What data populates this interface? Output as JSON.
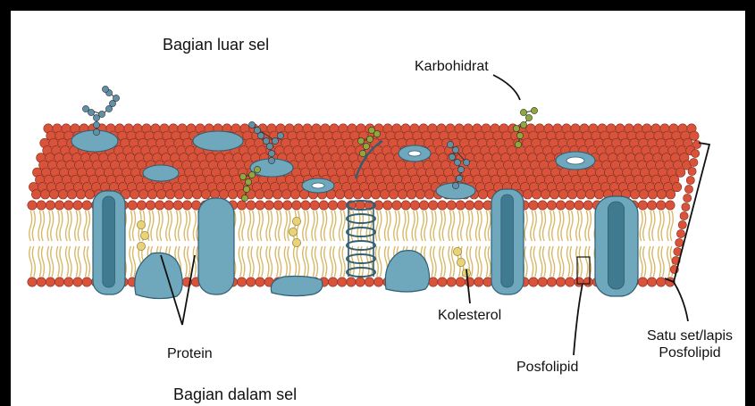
{
  "labels": {
    "outside": "Bagian luar sel",
    "inside": "Bagian dalam sel",
    "carbohydrate": "Karbohidrat",
    "protein": "Protein",
    "cholesterol": "Kolesterol",
    "phospholipid": "Posfolipid",
    "bilayer_line1": "Satu set/lapis",
    "bilayer_line2": "Posfolipid"
  },
  "colors": {
    "head": "#d9533b",
    "tail": "#d8b96a",
    "protein": "#6fa7bd",
    "glycan_blue": "#5f92a8",
    "glycan_green": "#8fa83a",
    "cholesterol": "#e8d27a"
  }
}
